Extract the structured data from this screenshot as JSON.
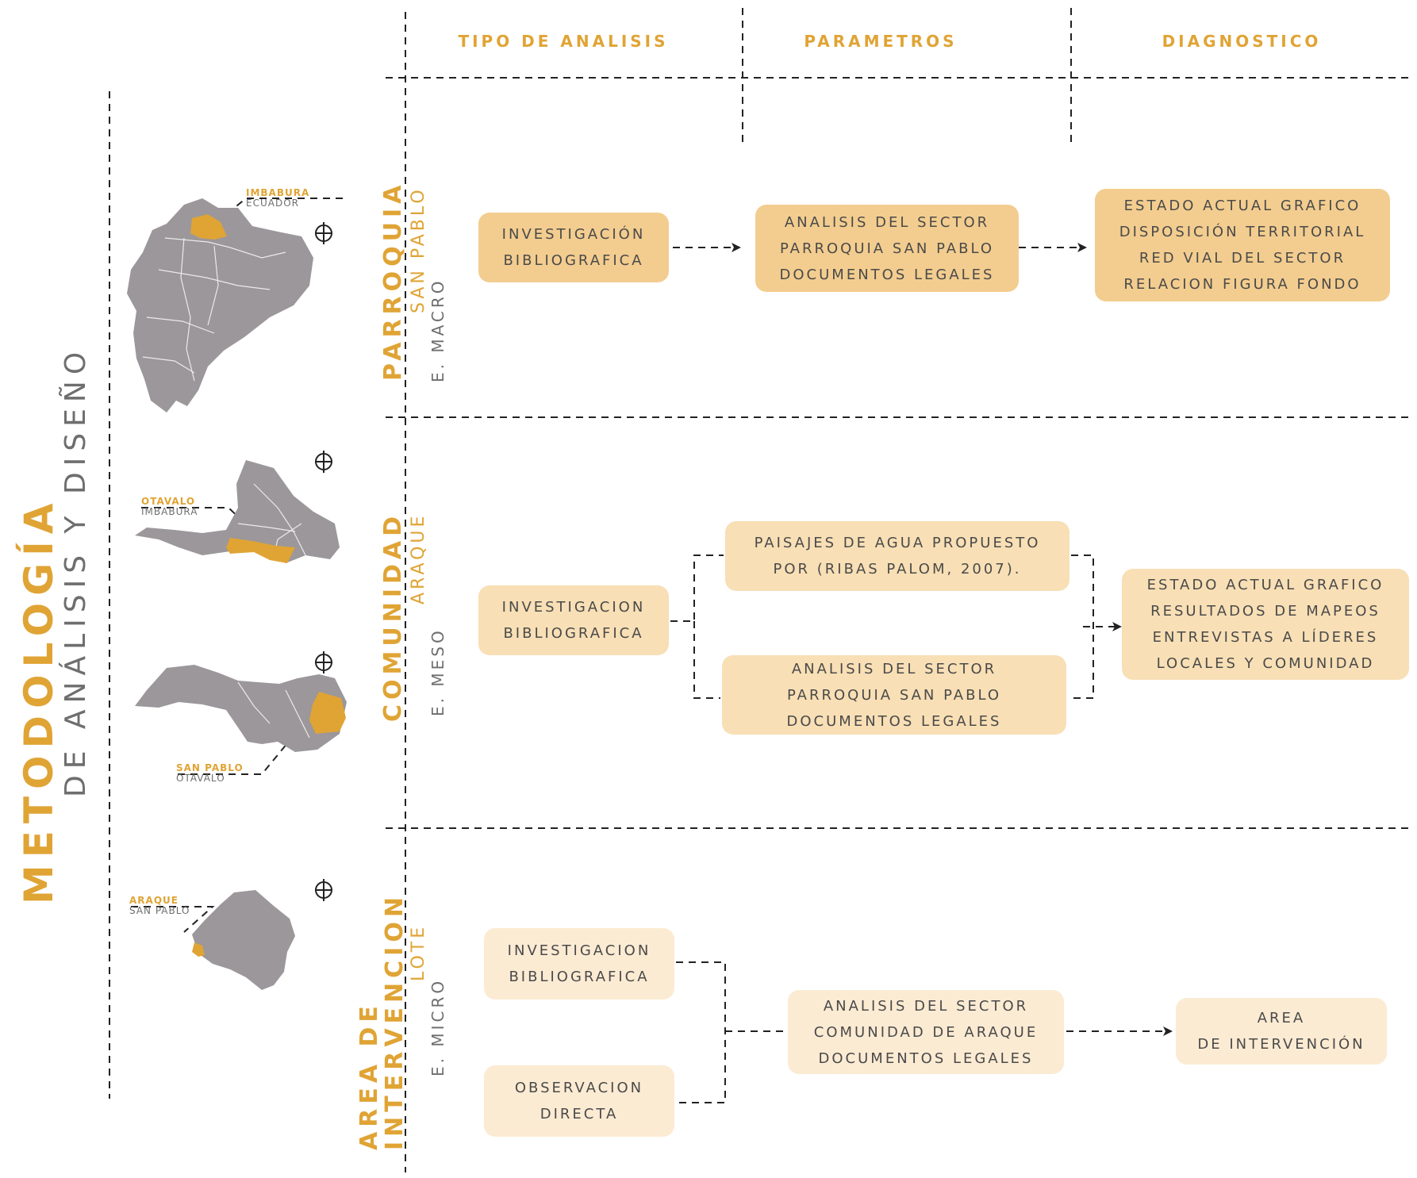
{
  "headers": {
    "tipo": "TIPO DE ANALISIS",
    "parametros": "PARAMETROS",
    "diagnostico": "DIAGNOSTICO"
  },
  "title": {
    "main": "METODOLOGÍA",
    "sub": "DE ANÁLISIS Y DISEÑO"
  },
  "rows": {
    "macro": {
      "label": "PARROQUIA",
      "sublabel": "SAN PABLO",
      "scale": "E. MACRO",
      "map_place": "IMBABURA",
      "map_region": "ECUADOR"
    },
    "meso": {
      "label": "COMUNIDAD",
      "sublabel": "ARAQUE",
      "scale": "E. MESO",
      "map1_place": "OTAVALO",
      "map1_region": "IMBABURA",
      "map2_place": "SAN PABLO",
      "map2_region": "OTAVALO"
    },
    "micro": {
      "label_line1": "AREA DE",
      "label_line2": "INTERVENCION",
      "sublabel": "LOTE",
      "scale": "E. MICRO",
      "map_place": "ARAQUE",
      "map_region": "SAN PABLO"
    }
  },
  "boxes": {
    "macro_inv": [
      "INVESTIGACIÓN",
      "BIBLIOGRAFICA"
    ],
    "macro_analisis": [
      "ANALISIS DEL SECTOR",
      "PARROQUIA SAN PABLO",
      "DOCUMENTOS LEGALES"
    ],
    "macro_diag": [
      "ESTADO ACTUAL GRAFICO",
      "DISPOSICIÓN TERRITORIAL",
      "RED VIAL DEL SECTOR",
      "RELACION FIGURA FONDO"
    ],
    "meso_inv": [
      "INVESTIGACION",
      "BIBLIOGRAFICA"
    ],
    "meso_paisajes": [
      "PAISAJES DE AGUA PROPUESTO",
      "POR (RIBAS PALOM, 2007)."
    ],
    "meso_analisis": [
      "ANALISIS DEL SECTOR",
      "PARROQUIA SAN PABLO",
      "DOCUMENTOS LEGALES"
    ],
    "meso_diag": [
      "ESTADO ACTUAL GRAFICO",
      "RESULTADOS DE MAPEOS",
      "ENTREVISTAS A LÍDERES",
      "LOCALES Y COMUNIDAD"
    ],
    "micro_inv": [
      "INVESTIGACION",
      "BIBLIOGRAFICA"
    ],
    "micro_obs": [
      "OBSERVACION",
      "DIRECTA"
    ],
    "micro_analisis": [
      "ANALISIS DEL SECTOR",
      "COMUNIDAD DE ARAQUE",
      "DOCUMENTOS LEGALES"
    ],
    "micro_area": [
      "AREA",
      "DE INTERVENCIÓN"
    ]
  },
  "colors": {
    "accent": "#e0a435",
    "map_gray": "#9b979a",
    "box_dark": "#f3cd8f",
    "box_mid": "#f8dfb5",
    "box_light": "#fcebd3",
    "text": "#4a4a4a"
  }
}
